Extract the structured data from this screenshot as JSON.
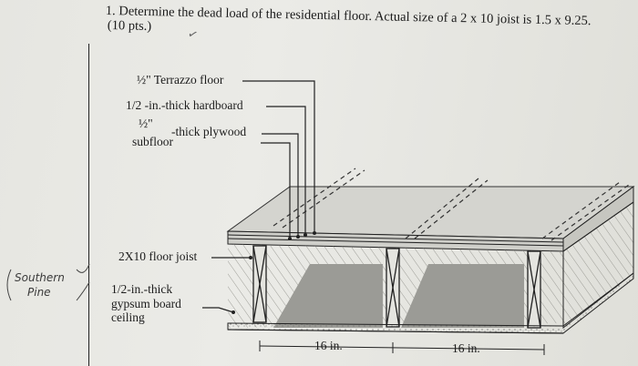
{
  "question": {
    "title": "1. Determine the dead load of the residential floor.  Actual size of a 2 x 10 joist is 1.5 x 9.25.",
    "points": "(10 pts.)"
  },
  "labels": {
    "terrazzo": "½\" Terrazzo floor",
    "hardboard": "1/2  -in.-thick hardboard",
    "plywood_num": "½\"",
    "plywood_text": "-thick plywood",
    "subfloor": "subfloor",
    "joist": "2X10 floor joist",
    "gypsum_line1": "1/2-in.-thick",
    "gypsum_line2": "gypsum board",
    "gypsum_line3": "ceiling",
    "spacing_1": "16 in.",
    "spacing_2": "16 in."
  },
  "handwriting": {
    "line1": "Southern",
    "line2": "Pine"
  }
}
